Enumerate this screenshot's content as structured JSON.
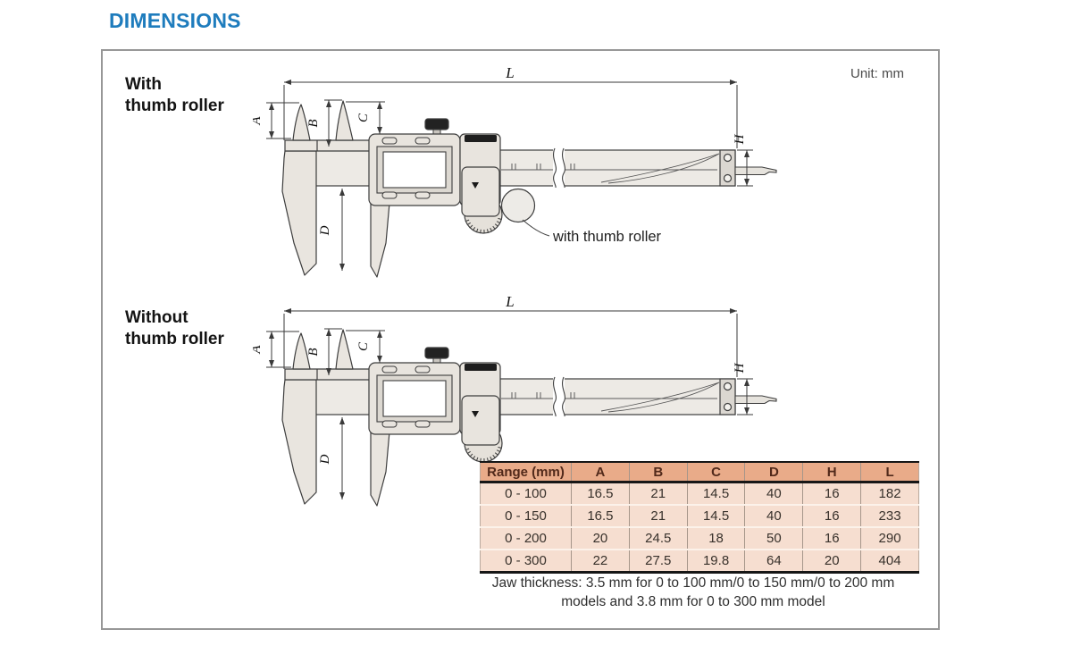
{
  "page": {
    "title": "DIMENSIONS",
    "unit_label": "Unit: mm"
  },
  "diagrams": [
    {
      "id": "with-roller",
      "label_line1": "With",
      "label_line2": "thumb roller",
      "callout": "with thumb roller",
      "has_roller": true
    },
    {
      "id": "without-roller",
      "label_line1": "Without",
      "label_line2": "thumb roller",
      "callout": "",
      "has_roller": false
    }
  ],
  "dim_labels": {
    "L": "L",
    "A": "A",
    "B": "B",
    "C": "C",
    "D": "D",
    "H": "H"
  },
  "table": {
    "columns": [
      "Range (mm)",
      "A",
      "B",
      "C",
      "D",
      "H",
      "L"
    ],
    "rows": [
      [
        "0 - 100",
        "16.5",
        "21",
        "14.5",
        "40",
        "16",
        "182"
      ],
      [
        "0 - 150",
        "16.5",
        "21",
        "14.5",
        "40",
        "16",
        "233"
      ],
      [
        "0 - 200",
        "20",
        "24.5",
        "18",
        "50",
        "16",
        "290"
      ],
      [
        "0 - 300",
        "22",
        "27.5",
        "19.8",
        "64",
        "20",
        "404"
      ]
    ]
  },
  "note_line1": "Jaw thickness: 3.5 mm for 0 to 100 mm/0 to 150 mm/0 to 200 mm",
  "note_line2": "models and 3.8 mm for 0 to 300 mm model",
  "colors": {
    "title_blue": "#1e7cbd",
    "table_header_bg": "#e9ab89",
    "table_row_bg": "#f6ded0",
    "line_dark": "#3d3d3d",
    "body_fill": "#e9e5df"
  }
}
